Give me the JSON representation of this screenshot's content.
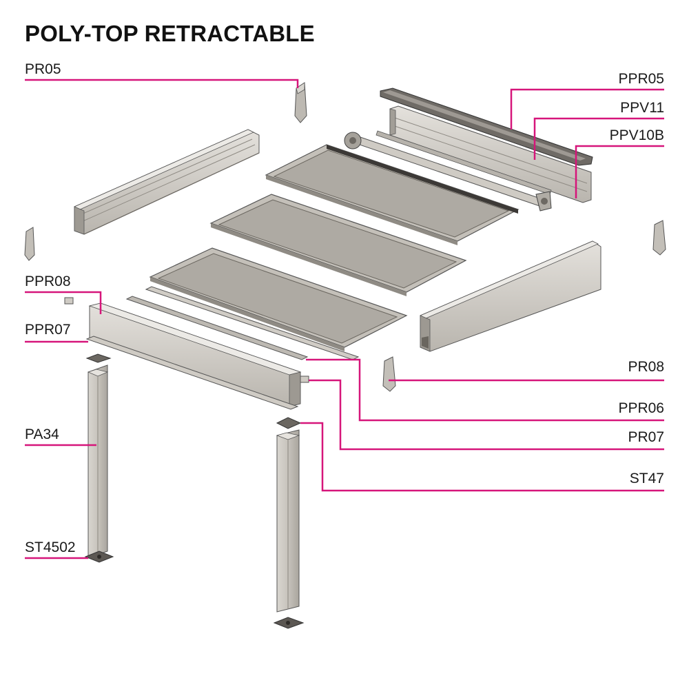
{
  "title": "POLY-TOP RETRACTABLE",
  "leader_color": "#d6157a",
  "parts": {
    "pr05": "PR05",
    "ppr05": "PPR05",
    "ppv11": "PPV11",
    "ppv10b": "PPV10B",
    "ppr08": "PPR08",
    "ppr07": "PPR07",
    "pr08": "PR08",
    "ppr06": "PPR06",
    "pr07": "PR07",
    "pa34": "PA34",
    "st47": "ST47",
    "st4502": "ST4502"
  }
}
